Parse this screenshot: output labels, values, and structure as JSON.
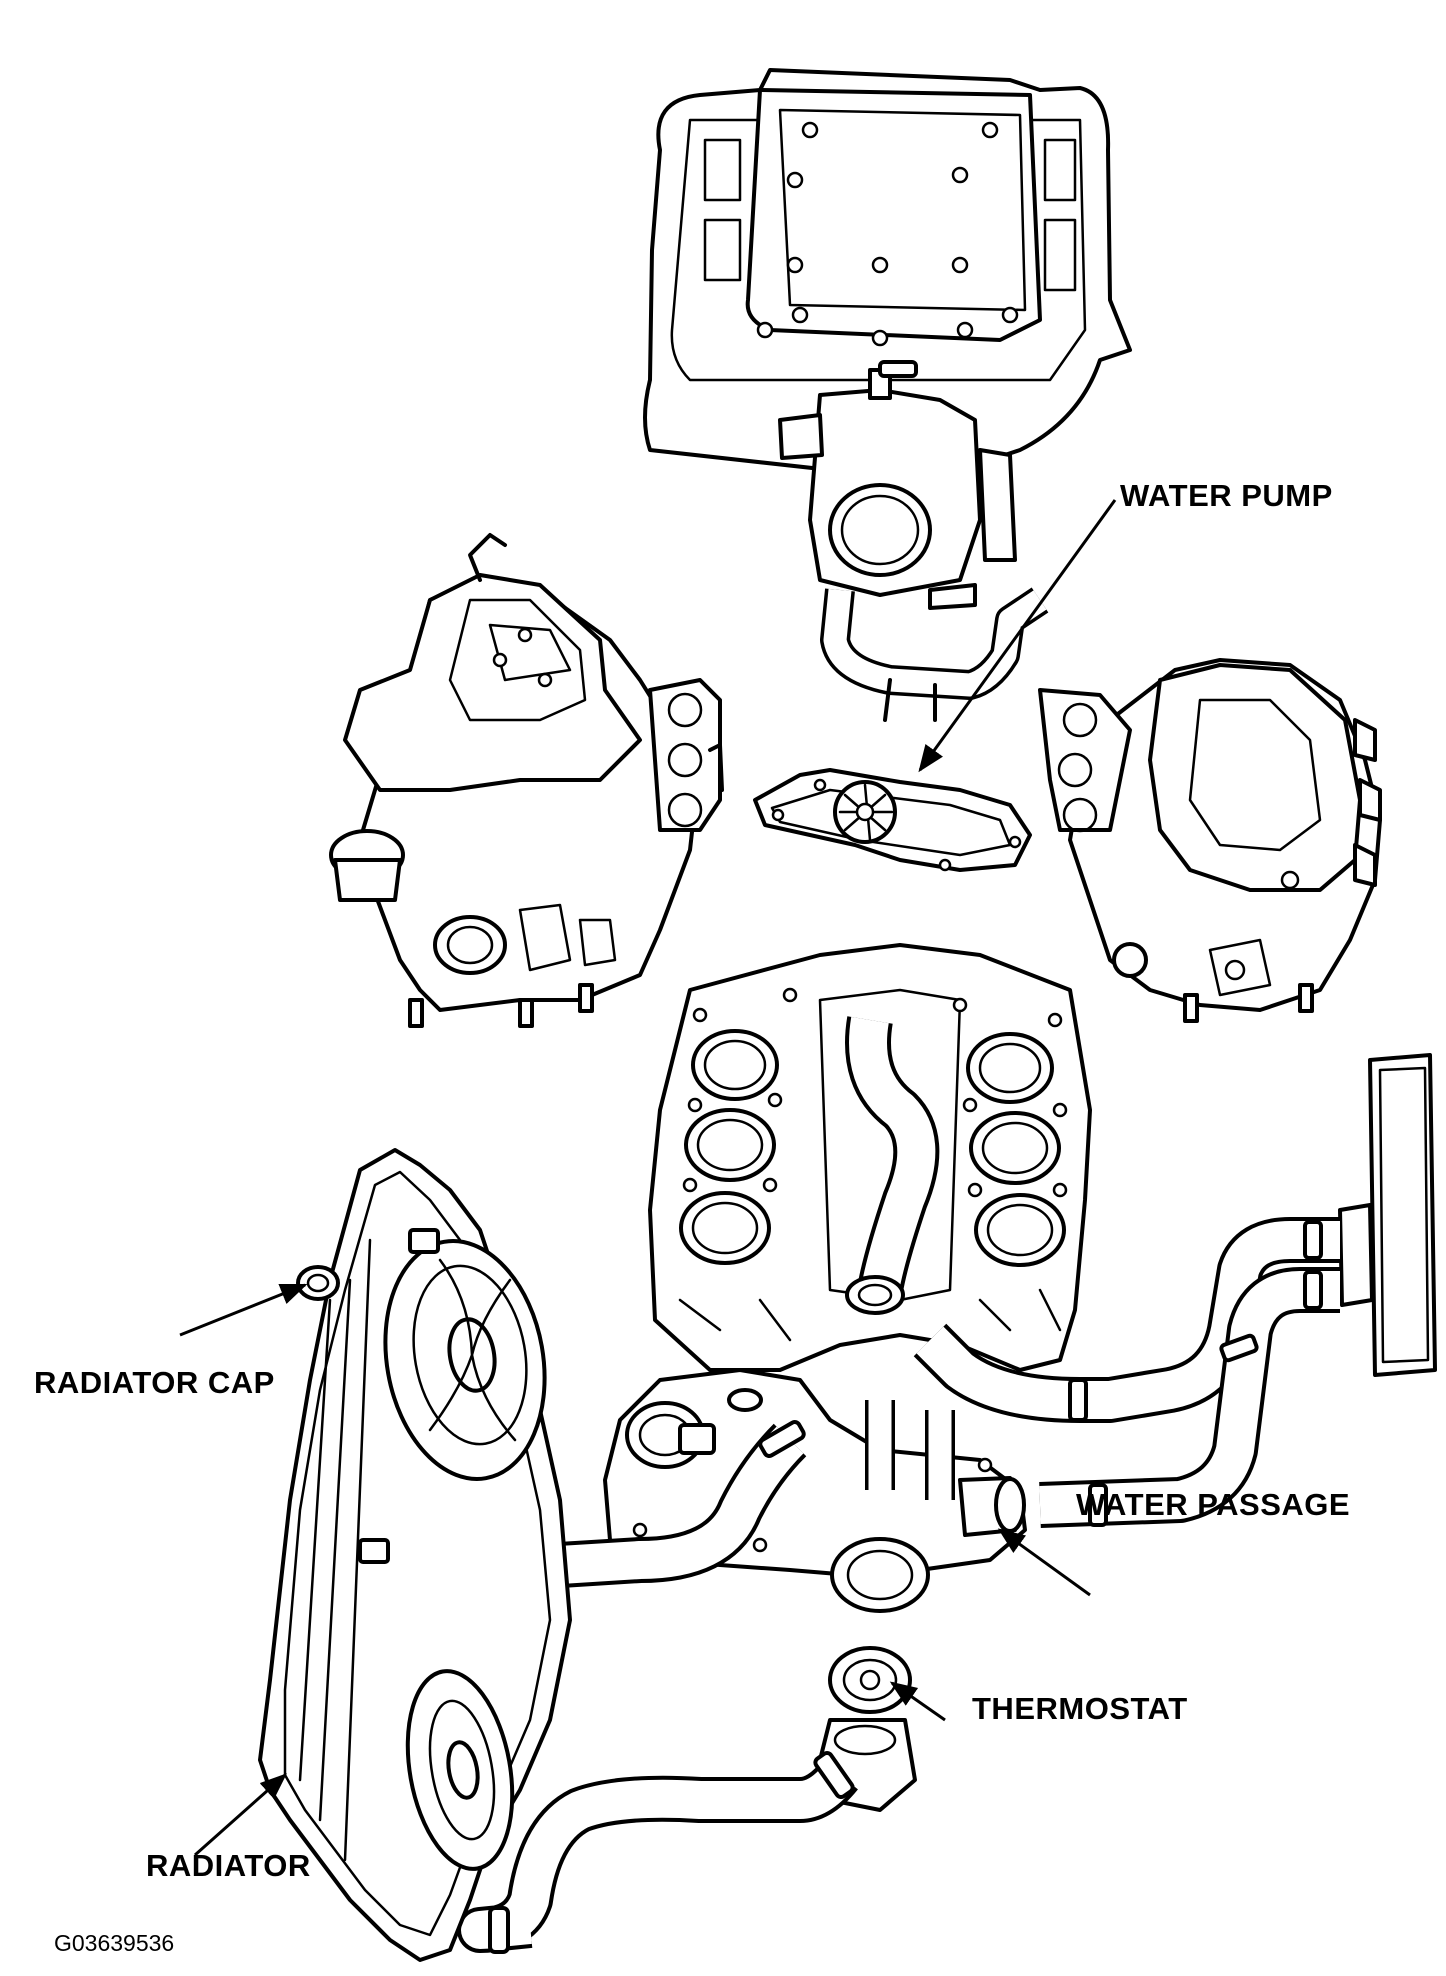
{
  "labels": {
    "water_pump": "WATER PUMP",
    "radiator_cap": "RADIATOR CAP",
    "water_passage": "WATER PASSAGE",
    "thermostat": "THERMOSTAT",
    "radiator": "RADIATOR"
  },
  "figure_id": "G03639536",
  "colors": {
    "ink": "#000000",
    "paper": "#ffffff"
  }
}
